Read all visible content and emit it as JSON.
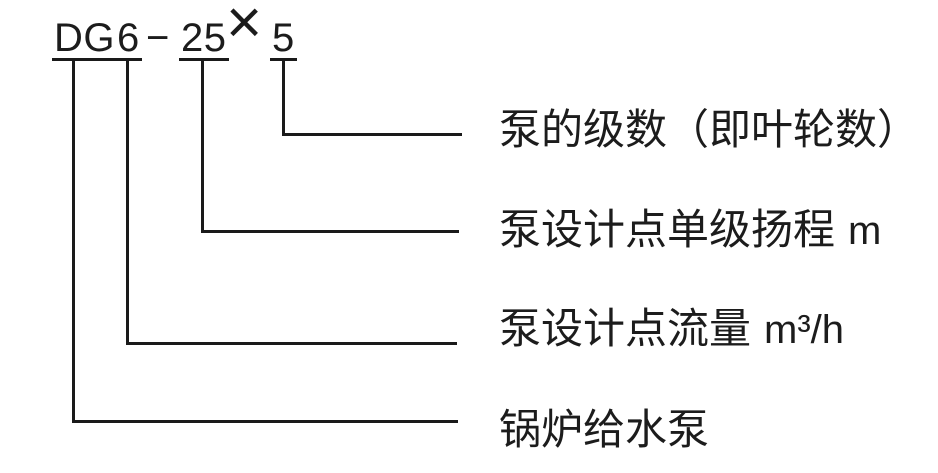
{
  "page": {
    "background_color": "#ffffff",
    "ink_color": "#1a1a1a"
  },
  "model_code": {
    "prefix": "DG",
    "flow_value": "6",
    "separator": "−",
    "head_value": "25",
    "multiplier_sign": "×",
    "stages_value": "5"
  },
  "callouts": [
    {
      "label": "泵的级数（即叶轮数）",
      "unit": ""
    },
    {
      "label": "泵设计点单级扬程",
      "unit": "m"
    },
    {
      "label": "泵设计点流量",
      "unit": "m³/h"
    },
    {
      "label": "锅炉给水泵",
      "unit": ""
    }
  ]
}
